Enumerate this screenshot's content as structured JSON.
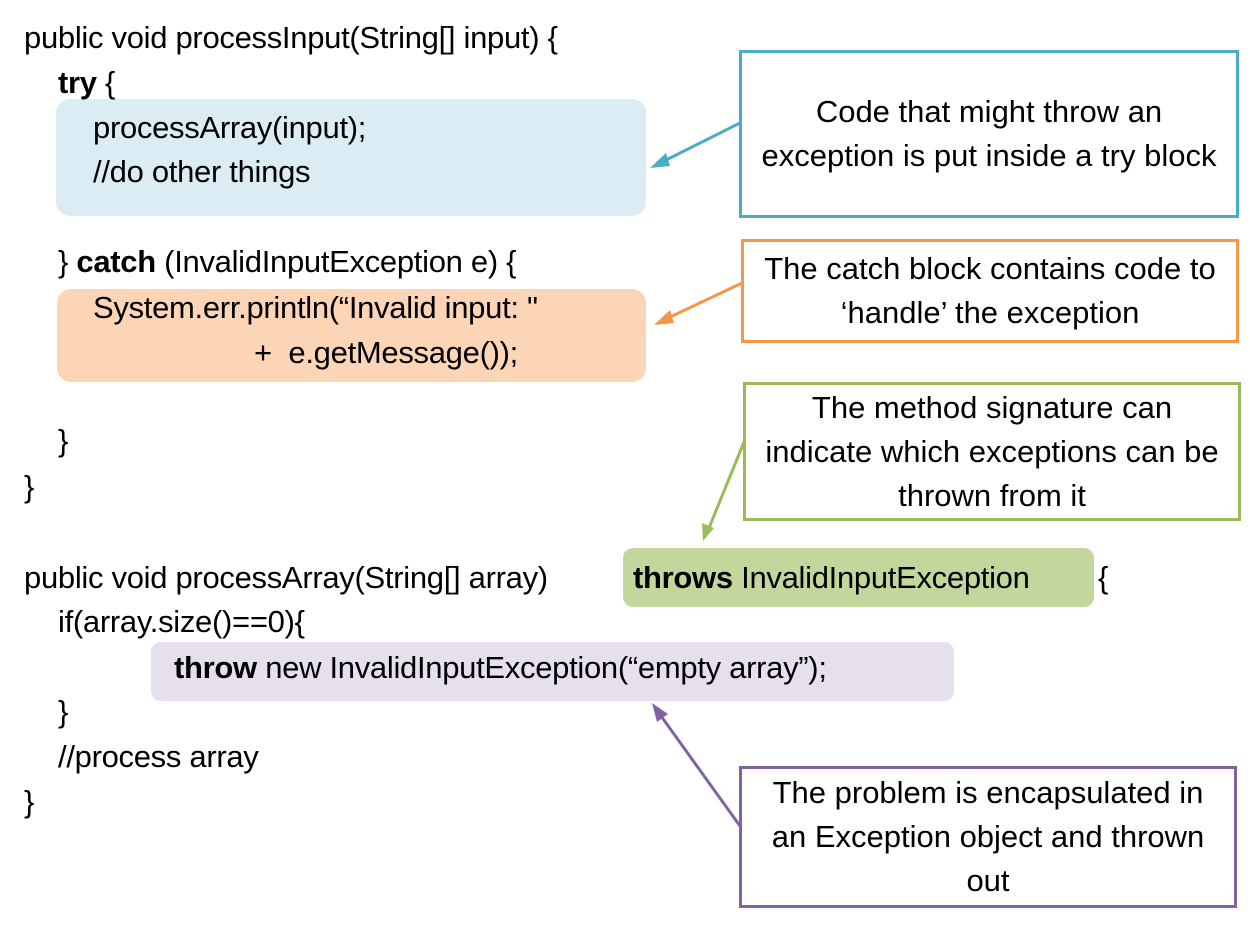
{
  "colors": {
    "try_block": "#dbecf4",
    "catch_block": "#fbd5b5",
    "throws_block": "#c3d69b",
    "throw_block": "#e5e0ec",
    "try_callout": "#4bacc6",
    "catch_callout": "#f79646",
    "throws_callout": "#9bbb59",
    "throw_callout": "#8064a2"
  },
  "code": {
    "l1": "public void processInput(String[] input) {",
    "l2_kw": "try",
    "l2_rest": " {",
    "l3": "processArray(input);",
    "l4": "//do other things",
    "l5_pre": "} ",
    "l5_kw": "catch",
    "l5_rest": " (InvalidInputException e) {",
    "l6": "System.err.println(“Invalid input: \"",
    "l7": "+  e.getMessage());",
    "l8": "}",
    "l9": "}",
    "l10_pre": "public void processArray(String[] array)",
    "l10_kw": "throws",
    "l10_rest": " InvalidInputException",
    "l10_brace": "{",
    "l11": "if(array.size()==0){",
    "l12_kw": "throw",
    "l12_rest": " new InvalidInputException(“empty array”);",
    "l13": "}",
    "l14": "//process array",
    "l15": "}"
  },
  "callouts": {
    "try": "Code that might throw an exception is put inside a try block",
    "catch": "The catch block contains code to ‘handle’ the exception",
    "throws": "The method signature can indicate which exceptions can be thrown from it",
    "throw": "The problem is encapsulated in an Exception object and thrown out"
  }
}
